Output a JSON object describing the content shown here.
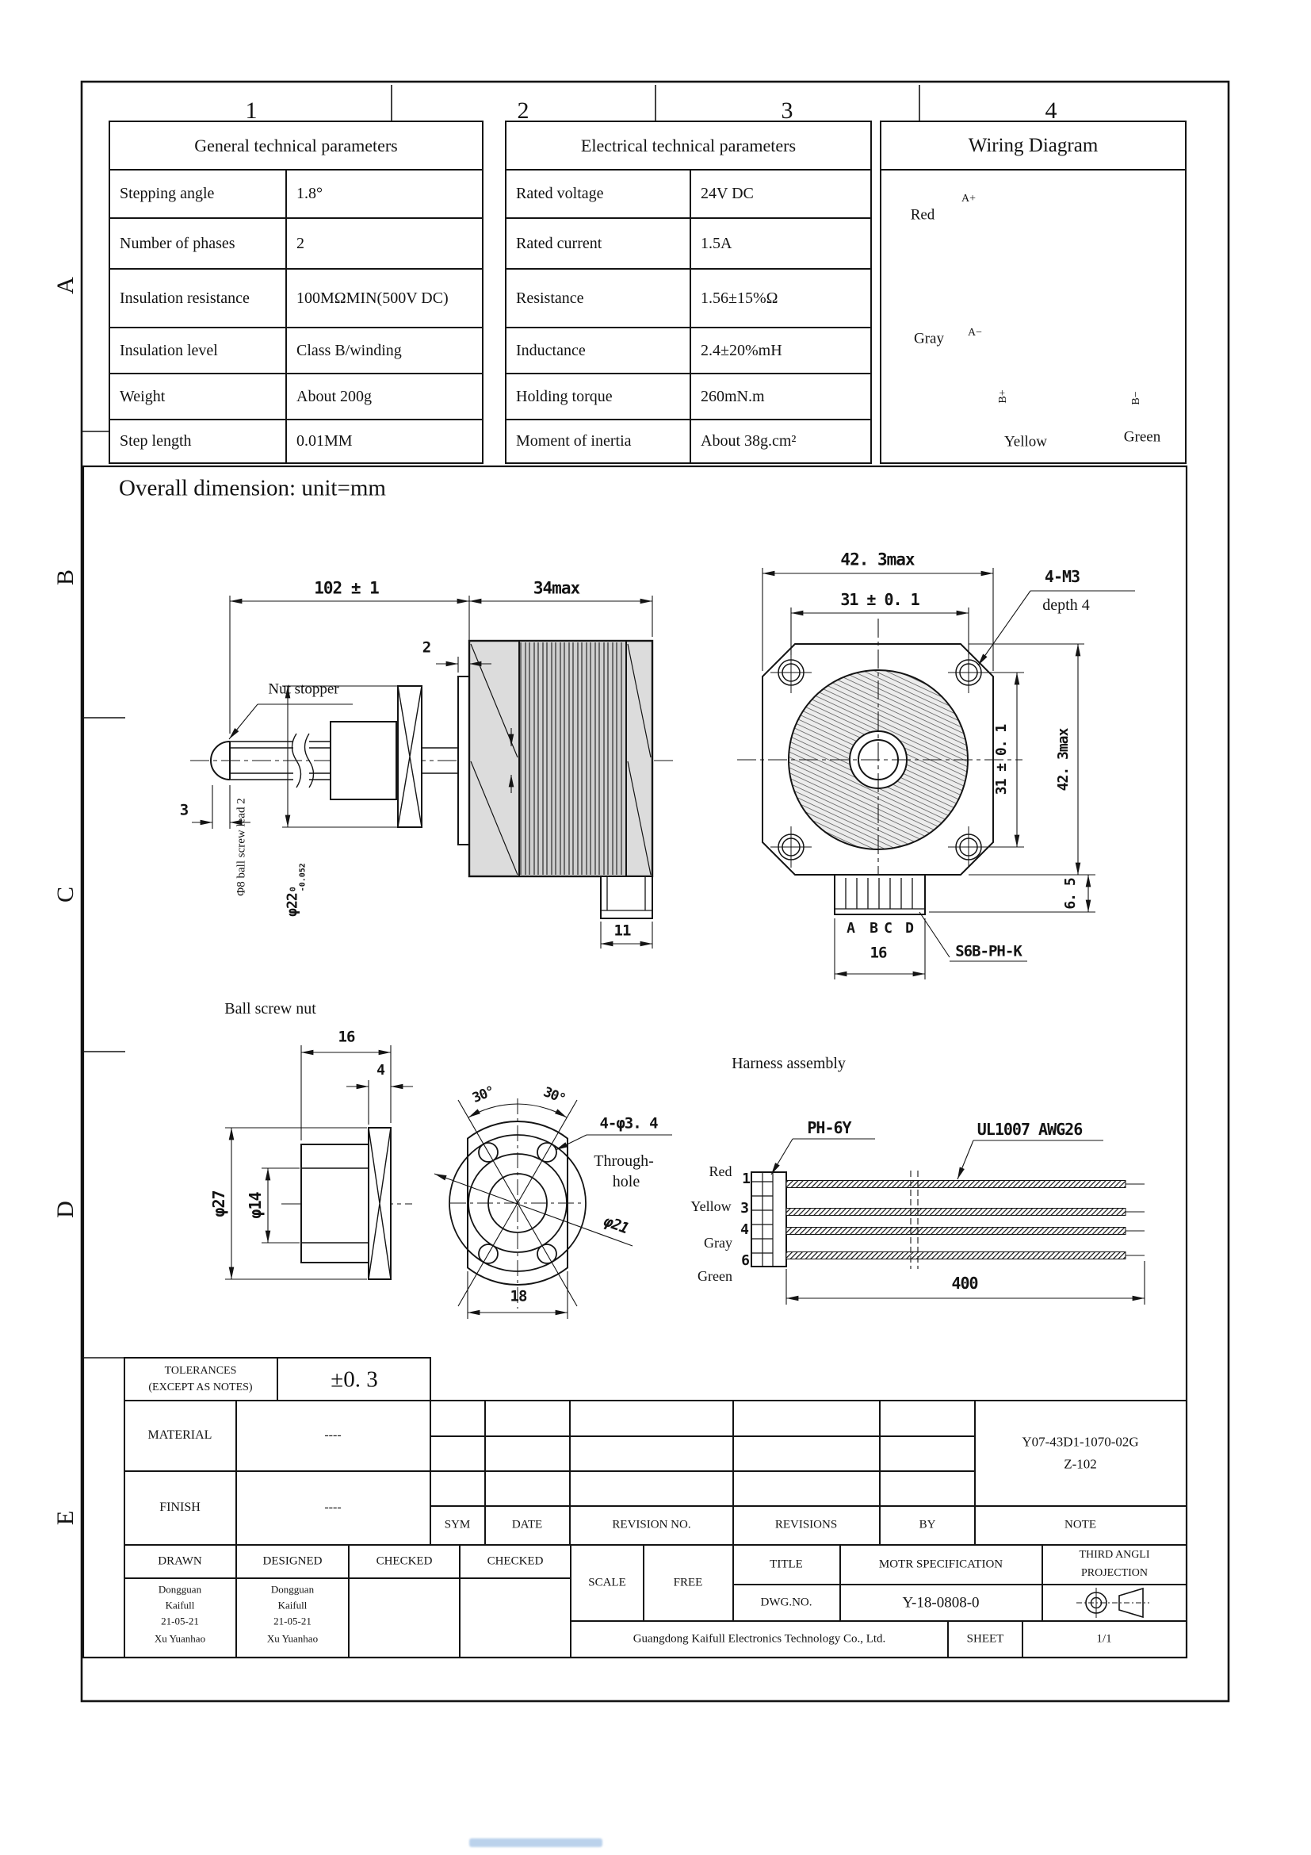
{
  "sheet": {
    "zone_cols": [
      "1",
      "2",
      "3",
      "4"
    ],
    "zone_rows": [
      "A",
      "B",
      "C",
      "D",
      "E"
    ],
    "line_color": "#141414"
  },
  "general_table": {
    "title": "General technical parameters",
    "rows": [
      {
        "label": "Stepping angle",
        "value": "1.8°"
      },
      {
        "label": "Number of phases",
        "value": "2"
      },
      {
        "label": "Insulation resistance",
        "value": "100MΩMIN(500V DC)"
      },
      {
        "label": "Insulation level",
        "value": "Class B/winding"
      },
      {
        "label": "Weight",
        "value": "About 200g"
      },
      {
        "label": "Step length",
        "value": "0.01MM"
      }
    ]
  },
  "electrical_table": {
    "title": "Electrical technical parameters",
    "rows": [
      {
        "label": "Rated voltage",
        "value": "24V DC"
      },
      {
        "label": "Rated current",
        "value": "1.5A"
      },
      {
        "label": "Resistance",
        "value": "1.56±15%Ω"
      },
      {
        "label": "Inductance",
        "value": "2.4±20%mH"
      },
      {
        "label": "Holding torque",
        "value": "260mN.m"
      },
      {
        "label": "Moment of inertia",
        "value": "About 38g.cm²"
      }
    ]
  },
  "wiring": {
    "title": "Wiring Diagram",
    "red": "Red",
    "a_plus": "A+",
    "gray": "Gray",
    "a_minus": "A−",
    "b_plus": "B+",
    "b_minus": "B−",
    "yellow": "Yellow",
    "green": "Green"
  },
  "overall": {
    "heading": "Overall dimension: unit=mm",
    "side": {
      "dim_102": "102 ± 1",
      "dim_34": "34max",
      "dim_2": "2",
      "dim_3": "3",
      "dim_11": "11",
      "nut_stopper": "Nut stopper",
      "ball_screw": "Φ8 ball screw lead 2",
      "phi22_base": "φ22",
      "phi22_sup": "0",
      "phi22_sub": "-0.052"
    },
    "front": {
      "dim_423_top": "42. 3max",
      "dim_31_top": "31 ± 0. 1",
      "m3": "4-M3",
      "depth": "depth 4",
      "dim_31_right": "31 ± 0. 1",
      "dim_423_right": "42. 3max",
      "dim_65": "6. 5",
      "pins": [
        "A",
        "B",
        "C",
        "D"
      ],
      "dim_16": "16",
      "connector": "S6B-PH-K"
    },
    "nut": {
      "title": "Ball screw nut",
      "dim_16": "16",
      "dim_4": "4",
      "phi27": "φ27",
      "phi14": "φ14"
    },
    "flange": {
      "deg_left": "30°",
      "deg_right": "30°",
      "holes": "4-φ3. 4",
      "through1": "Through-",
      "through2": "hole",
      "phi21": "φ21",
      "dim_18": "18"
    },
    "harness": {
      "title": "Harness assembly",
      "ph6y": "PH-6Y",
      "ul": "UL1007 AWG26",
      "dim_400": "400",
      "wires": [
        {
          "color": "Red",
          "pin": "1"
        },
        {
          "color": "Yellow",
          "pin": "3"
        },
        {
          "color": "Gray",
          "pin": "4"
        },
        {
          "color": "Green",
          "pin": "6"
        }
      ]
    }
  },
  "title_block": {
    "tol_label1": "TOLERANCES",
    "tol_label2": "(EXCEPT AS NOTES)",
    "tol_value": "±0. 3",
    "material_label": "MATERIAL",
    "material_value": "----",
    "finish_label": "FINISH",
    "finish_value": "----",
    "rev_headers": [
      "SYM",
      "DATE",
      "REVISION NO.",
      "REVISIONS",
      "BY",
      "NOTE"
    ],
    "part_no_line1": "Y07-43D1-1070-02G",
    "part_no_line2": "Z-102",
    "drawn_label": "DRAWN",
    "designed_label": "DESIGNED",
    "checked1_label": "CHECKED",
    "checked2_label": "CHECKED",
    "drawn_lines": [
      "Dongguan",
      "Kaifull",
      "21-05-21",
      "Xu Yuanhao"
    ],
    "designed_lines": [
      "Dongguan",
      "Kaifull",
      "21-05-21",
      "Xu Yuanhao"
    ],
    "scale_label": "SCALE",
    "scale_value": "FREE",
    "title_label": "TITLE",
    "title_value": "MOTR SPECIFICATION",
    "proj_line1": "THIRD ANGLI",
    "proj_line2": "PROJECTION",
    "dwg_label": "DWG.NO.",
    "dwg_value": "Y-18-0808-0",
    "company": "Guangdong Kaifull Electronics Technology Co., Ltd.",
    "sheet_label": "SHEET",
    "sheet_value": "1/1"
  }
}
